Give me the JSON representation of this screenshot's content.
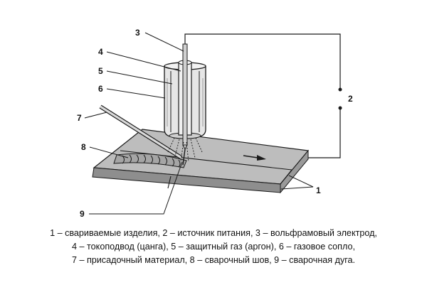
{
  "labels": {
    "l1": "1",
    "l2": "2",
    "l3": "3",
    "l4": "4",
    "l5": "5",
    "l6": "6",
    "l7": "7",
    "l8": "8",
    "l9": "9"
  },
  "caption": {
    "line1": "1 – свариваемые изделия, 2 – источник питания, 3 – вольфрамовый электрод,",
    "line2": "4 – токоподвод (цанга), 5 – защитный газ (аргон), 6 – газовое сопло,",
    "line3": "7 – присадочный материал, 8 – сварочный шов, 9 – сварочная дуга."
  },
  "colors": {
    "plate_top": "#bdbdbd",
    "plate_edge": "#8e8e8e",
    "line": "#1a1a1a"
  }
}
